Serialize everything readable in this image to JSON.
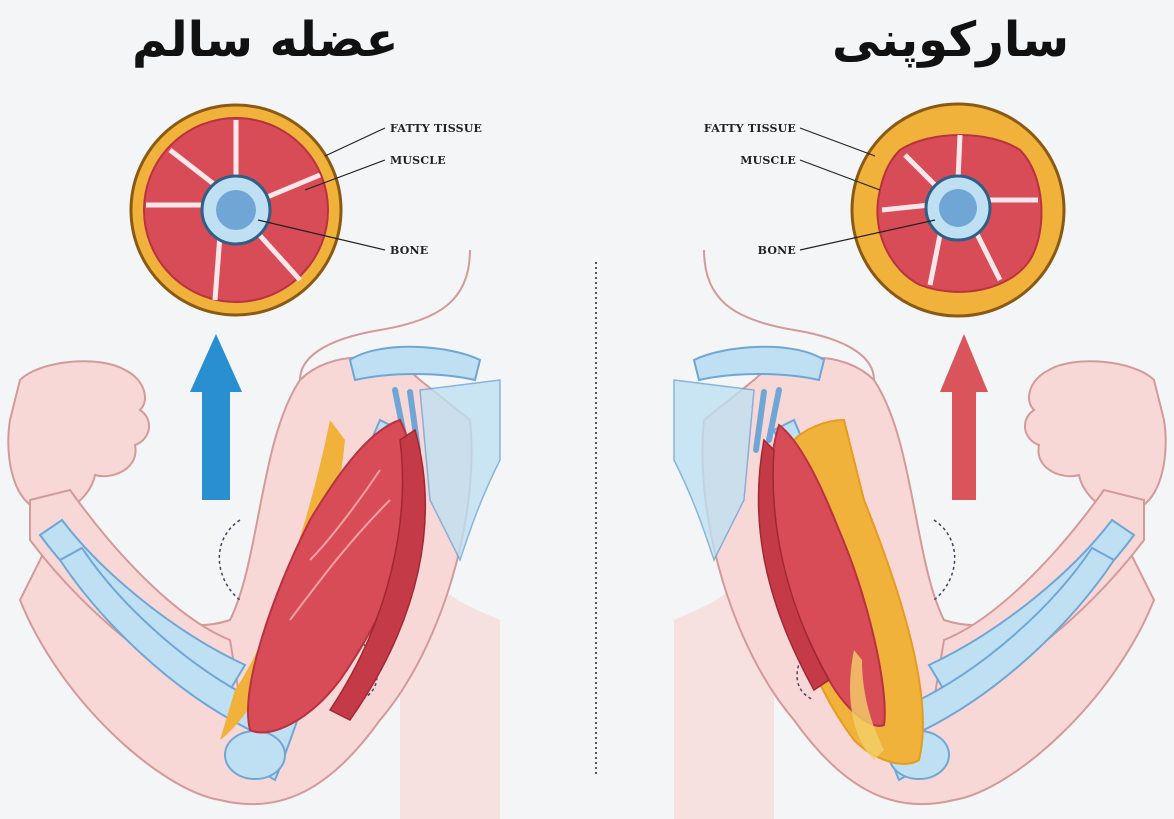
{
  "panels": {
    "healthy": {
      "title": "عضله سالم",
      "arrow_color": "#2a8fd0",
      "labels": {
        "fatty_tissue": "FATTY TISSUE",
        "muscle": "MUSCLE",
        "bone": "BONE"
      }
    },
    "sarcopenia": {
      "title": "سارکوپنی",
      "arrow_color": "#d9545b",
      "labels": {
        "fatty_tissue": "FATTY TISSUE",
        "muscle": "MUSCLE",
        "bone": "BONE"
      }
    }
  },
  "colors": {
    "fat": "#f0b23a",
    "fat_outline": "#8a5a14",
    "muscle": "#d84c57",
    "muscle_dark": "#b8323f",
    "bone": "#6fa6d6",
    "bone_light": "#bfe0f2",
    "skin": "#f8d8d6",
    "skin_outline": "#d39a9a",
    "divider": "#555555"
  }
}
